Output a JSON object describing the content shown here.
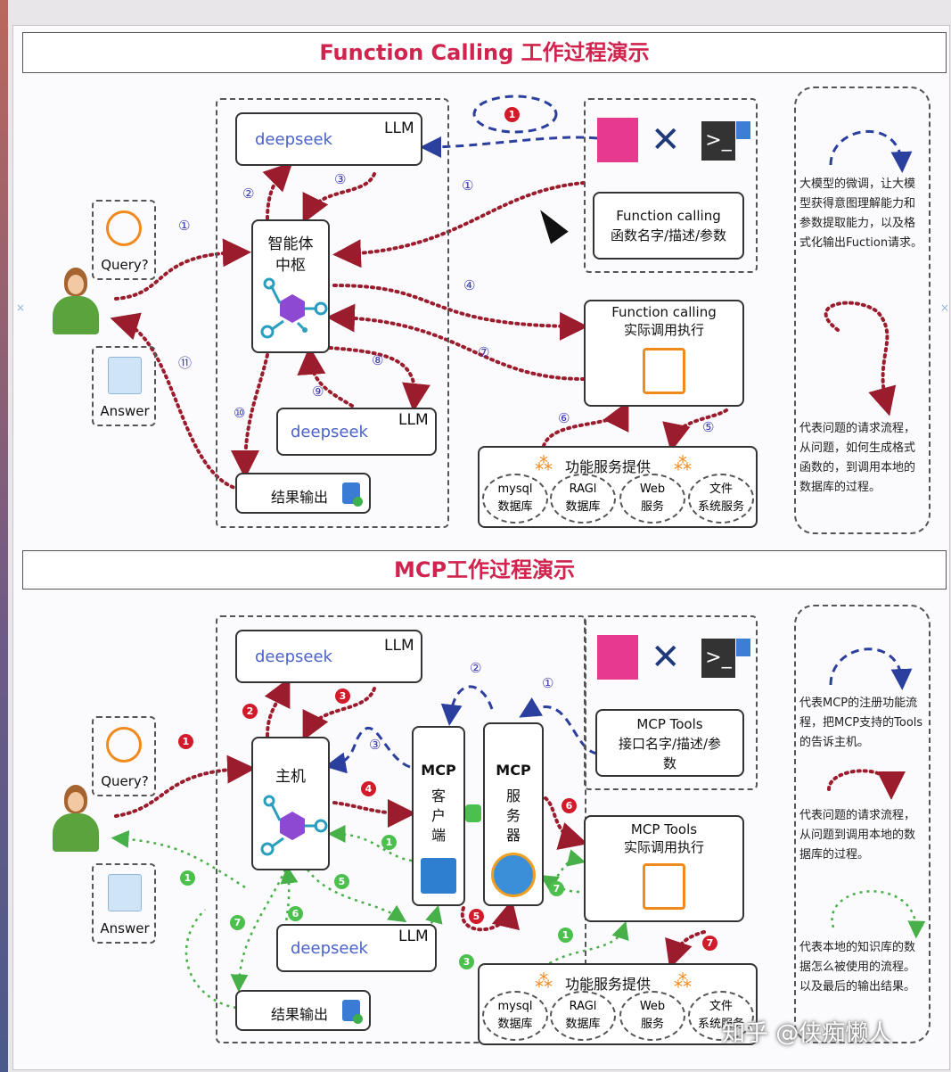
{
  "top": {
    "title": "Function Calling 工作过程演示",
    "llm_label": "LLM",
    "deepseek": "deepseek",
    "hub": "智能体\n中枢",
    "query": "Query?",
    "answer": "Answer",
    "fc_def": "Function calling\n函数名字/描述/参数",
    "fc_exec": "Function calling\n实际调用执行",
    "result": "结果输出",
    "services_title": "功能服务提供",
    "services": [
      {
        "label": "mysql\n数据库"
      },
      {
        "label": "RAGl\n数据库"
      },
      {
        "label": "Web\n服务"
      },
      {
        "label": "文件\n系统服务"
      }
    ],
    "nums": [
      "①",
      "②",
      "③",
      "①",
      "④",
      "⑦",
      "⑧",
      "⑨",
      "⑩",
      "⑪",
      "⑥",
      "⑤",
      "①"
    ],
    "note1": "大模型的微调，让大模型获得意图理解能力和参数提取能力，以及格式化输出Fuction请求。",
    "note2": "代表问题的请求流程，从问题，如何生成格式函数的，到调用本地的数据库的过程。"
  },
  "bottom": {
    "title": "MCP工作过程演示",
    "llm_label": "LLM",
    "deepseek": "deepseek",
    "host": "主机",
    "query": "Query?",
    "answer": "Answer",
    "mcp_client_title": "MCP",
    "mcp_client_sub": "客\n户\n端",
    "mcp_server_title": "MCP",
    "mcp_server_sub": "服\n务\n器",
    "tools_def": "MCP Tools\n接口名字/描述/参\n数",
    "tools_exec": "MCP Tools\n实际调用执行",
    "result": "结果输出",
    "services_title": "功能服务提供",
    "services": [
      {
        "label": "mysql\n数据库"
      },
      {
        "label": "RAGl\n数据库"
      },
      {
        "label": "Web\n服务"
      },
      {
        "label": "文件\n系统服务"
      }
    ],
    "nums_blue": [
      "②",
      "①",
      "③"
    ],
    "nums_red": [
      "1",
      "2",
      "3",
      "4",
      "5",
      "6",
      "7"
    ],
    "nums_green": [
      "1",
      "1",
      "5",
      "6",
      "7",
      "3",
      "1",
      "7"
    ],
    "note1": "代表MCP的注册功能流程，把MCP支持的Tools的告诉主机。",
    "note2": "代表问题的请求流程，从问题到调用本地的数据库的过程。",
    "note3": "代表本地的知识库的数据怎么被使用的流程。以及最后的输出结果。"
  },
  "watermark": "知乎 @侠痴懒人",
  "colors": {
    "title": "#d0244f",
    "red_flow": "#9b1c2c",
    "blue_flow": "#2b3f9e",
    "green_flow": "#48b048"
  }
}
